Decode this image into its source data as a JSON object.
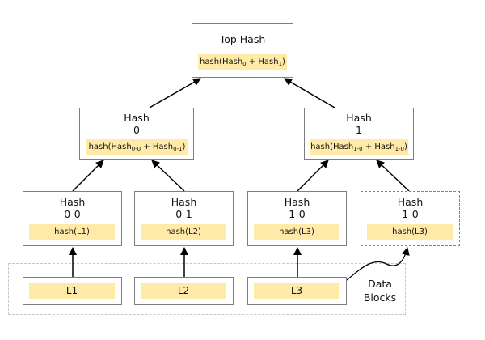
{
  "top": {
    "title": "Top Hash",
    "formula": {
      "prefix": "hash(Hash",
      "sub_a": "0",
      "mid": " + Hash",
      "sub_b": "1",
      "suffix": ")"
    }
  },
  "hash0": {
    "title_1": "Hash",
    "title_2": "0",
    "formula": {
      "prefix": "hash(Hash",
      "sub_a": "0-0",
      "mid": " + Hash",
      "sub_b": "0-1",
      "suffix": ")"
    }
  },
  "hash1": {
    "title_1": "Hash",
    "title_2": "1",
    "formula": {
      "prefix": "hash(Hash",
      "sub_a": "1-0",
      "mid": " + Hash",
      "sub_b": "1-0",
      "suffix": ")"
    }
  },
  "leaves": [
    {
      "title_1": "Hash",
      "title_2": "0-0",
      "formula": "hash(L1)"
    },
    {
      "title_1": "Hash",
      "title_2": "0-1",
      "formula": "hash(L2)"
    },
    {
      "title_1": "Hash",
      "title_2": "1-0",
      "formula": "hash(L3)"
    },
    {
      "title_1": "Hash",
      "title_2": "1-0",
      "formula": "hash(L3)"
    }
  ],
  "blocks": [
    "L1",
    "L2",
    "L3"
  ],
  "data_blocks_label": {
    "line_1": "Data",
    "line_2": "Blocks"
  },
  "colors": {
    "hash_fill": "#ffeaa8",
    "border": "#7f7f7f",
    "arrow": "#000000",
    "region_border": "#c8c8c8"
  }
}
